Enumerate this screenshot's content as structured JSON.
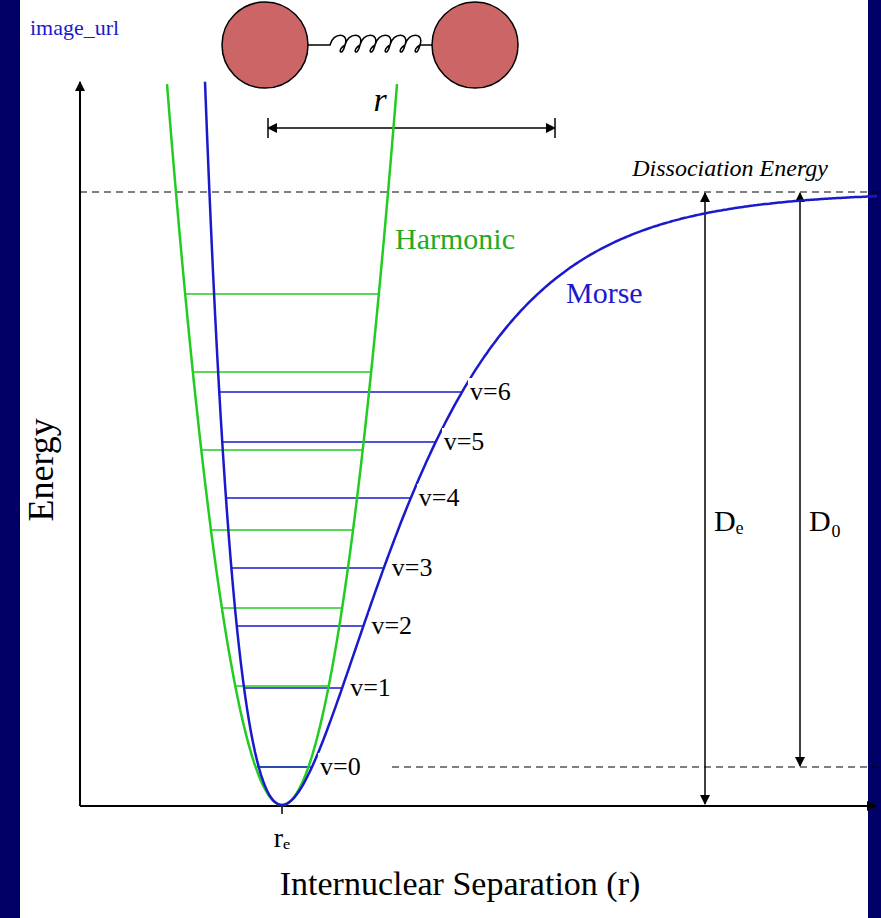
{
  "diagram": {
    "labels": [
      "image_url",
      "r",
      "Dissociation Energy",
      "Harmonic",
      "Morse",
      "v=6",
      "v=5",
      "v=4",
      "v=3",
      "v=2",
      "v=1",
      "v=0",
      "Dₑ",
      "D₀",
      "Energy",
      "rₑ",
      "Internuclear Separation (r)"
    ]
  }
}
